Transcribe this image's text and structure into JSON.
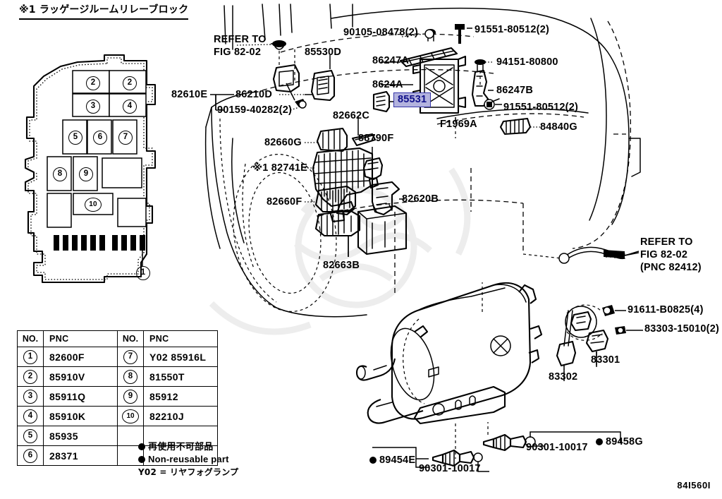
{
  "figure": {
    "code": "84I560I",
    "heading_jp": "※1 ラッゲージルームリレーブロック"
  },
  "highlight": {
    "part": "85531",
    "bg_color": "#b3b3de",
    "border_color": "#3535a8",
    "text_color": "#10108a"
  },
  "relay_block": {
    "callouts": [
      "2",
      "2",
      "3",
      "4",
      "5",
      "6",
      "7",
      "8",
      "9",
      "10"
    ],
    "pointer": "1"
  },
  "pnc_table": {
    "headers": [
      "NO.",
      "PNC",
      "NO.",
      "PNC"
    ],
    "rows": [
      {
        "no_left": "1",
        "pnc_left": "82600F",
        "no_right": "7",
        "pnc_right": "Y02 85916L"
      },
      {
        "no_left": "2",
        "pnc_left": "85910V",
        "no_right": "8",
        "pnc_right": "81550T"
      },
      {
        "no_left": "3",
        "pnc_left": "85911Q",
        "no_right": "9",
        "pnc_right": "85912"
      },
      {
        "no_left": "4",
        "pnc_left": "85910K",
        "no_right": "10",
        "pnc_right": "82210J"
      },
      {
        "no_left": "5",
        "pnc_left": "85935",
        "no_right": "",
        "pnc_right": ""
      },
      {
        "no_left": "6",
        "pnc_left": "28371",
        "no_right": "",
        "pnc_right": ""
      }
    ]
  },
  "legend": {
    "line1_jp": "再使用不可部品",
    "line2_en": "Non-reusable part",
    "line3_jp": "Y02 = リヤフォグランプ"
  },
  "callout_labels": {
    "refer_top_l1": "REFER TO",
    "refer_top_l2": "FIG 82-02",
    "p_85530D": "85530D",
    "p_90105": "90105-08478(2)",
    "p_91551_a": "91551-80512(2)",
    "p_86247A": "86247A",
    "p_94151": "94151-80800",
    "p_8624A": "8624A",
    "p_86247B": "86247B",
    "p_82610E": "82610E",
    "p_86210D": "86210D",
    "p_90159": "90159-40282(2)",
    "p_91551_b": "91551-80512(2)",
    "p_F1969A": "F1969A",
    "p_84840G": "84840G",
    "p_82662C": "82662C",
    "p_82660G": "82660G",
    "p_88790F": "88790F",
    "p_82741E": "※1 82741E",
    "p_82660F": "82660F",
    "p_82620B": "82620B",
    "p_82663B": "82663B",
    "refer_right_l1": "REFER TO",
    "refer_right_l2": "FIG 82-02",
    "refer_right_l3": "(PNC 82412)",
    "p_91611": "91611-B0825(4)",
    "p_83303": "83303-15010(2)",
    "p_83301": "83301",
    "p_83302": "83302",
    "p_89454E": "89454E",
    "p_89458G": "89458G",
    "p_90301_a": "90301-10017",
    "p_90301_b": "90301-10017"
  }
}
